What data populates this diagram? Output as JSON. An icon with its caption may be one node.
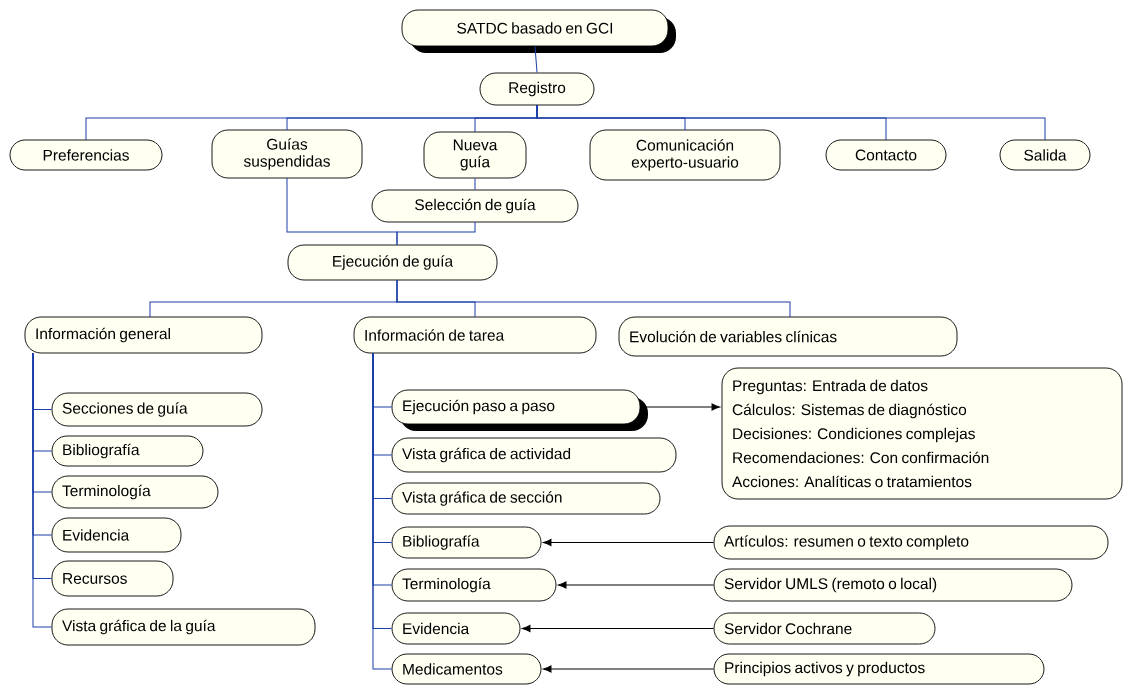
{
  "diagram": {
    "nodes": [
      {
        "text": [
          "SATDC basado en GCI"
        ]
      },
      {
        "text": [
          "Registro"
        ]
      },
      {
        "text": [
          "Preferencias"
        ]
      },
      {
        "text": [
          "Guías suspendidas"
        ]
      },
      {
        "text": [
          "Nueva guía"
        ]
      },
      {
        "text": [
          "Comunicación experto-usuario"
        ]
      },
      {
        "text": [
          "Contacto"
        ]
      },
      {
        "text": [
          "Salida"
        ]
      },
      {
        "text": [
          "Selección de guía"
        ]
      },
      {
        "text": [
          "Ejecución de guía"
        ]
      },
      {
        "text": [
          "Información general"
        ]
      },
      {
        "text": [
          "Información de tarea"
        ]
      },
      {
        "text": [
          "Evolución de variables clínicas"
        ]
      },
      {
        "text": [
          "Secciones de guía"
        ]
      },
      {
        "text": [
          "Bibliografía"
        ]
      },
      {
        "text": [
          "Terminología"
        ]
      },
      {
        "text": [
          "Evidencia"
        ]
      },
      {
        "text": [
          "Recursos"
        ]
      },
      {
        "text": [
          "Vista gráfica de la guía"
        ]
      },
      {
        "text": [
          "Ejecución paso a paso"
        ]
      },
      {
        "text": [
          "Vista gráfica de actividad"
        ]
      },
      {
        "text": [
          "Vista gráfica de sección"
        ]
      },
      {
        "text": [
          "Bibliografía"
        ]
      },
      {
        "text": [
          "Terminología"
        ]
      },
      {
        "text": [
          "Evidencia"
        ]
      },
      {
        "text": [
          "Medicamentos"
        ]
      },
      {
        "text": [
          "Preguntas: Entrada de datos",
          "Cálculos: Sistemas de diagnóstico",
          "Decisiones: Condiciones complejas",
          "Recomendaciones: Con confirmación",
          "Acciones: Analíticas o tratamientos"
        ]
      },
      {
        "text": [
          "Artículos: resumen o texto completo"
        ]
      },
      {
        "text": [
          "Servidor UMLS (remoto o local)"
        ]
      },
      {
        "text": [
          "Servidor Cochrane"
        ]
      },
      {
        "text": [
          "Principios activos y productos"
        ]
      }
    ],
    "edges": [
      {
        "from": 0,
        "to": 1,
        "arrow": "none"
      },
      {
        "from": 1,
        "to": 2,
        "arrow": "none"
      },
      {
        "from": 1,
        "to": 3,
        "arrow": "none"
      },
      {
        "from": 1,
        "to": 4,
        "arrow": "none"
      },
      {
        "from": 1,
        "to": 5,
        "arrow": "none"
      },
      {
        "from": 1,
        "to": 6,
        "arrow": "none"
      },
      {
        "from": 1,
        "to": 7,
        "arrow": "none"
      },
      {
        "from": 4,
        "to": 8,
        "arrow": "none"
      },
      {
        "from": 3,
        "to": 9,
        "arrow": "none"
      },
      {
        "from": 8,
        "to": 9,
        "arrow": "none"
      },
      {
        "from": 9,
        "to": 10,
        "arrow": "none"
      },
      {
        "from": 9,
        "to": 11,
        "arrow": "none"
      },
      {
        "from": 9,
        "to": 12,
        "arrow": "none"
      },
      {
        "from": 10,
        "to": 13,
        "arrow": "none"
      },
      {
        "from": 10,
        "to": 14,
        "arrow": "none"
      },
      {
        "from": 10,
        "to": 15,
        "arrow": "none"
      },
      {
        "from": 10,
        "to": 16,
        "arrow": "none"
      },
      {
        "from": 10,
        "to": 17,
        "arrow": "none"
      },
      {
        "from": 10,
        "to": 18,
        "arrow": "none"
      },
      {
        "from": 11,
        "to": 19,
        "arrow": "none"
      },
      {
        "from": 11,
        "to": 20,
        "arrow": "none"
      },
      {
        "from": 11,
        "to": 21,
        "arrow": "none"
      },
      {
        "from": 11,
        "to": 22,
        "arrow": "none"
      },
      {
        "from": 11,
        "to": 23,
        "arrow": "none"
      },
      {
        "from": 11,
        "to": 24,
        "arrow": "none"
      },
      {
        "from": 11,
        "to": 25,
        "arrow": "none"
      },
      {
        "from": 19,
        "to": 26,
        "arrow": "to",
        "color": "#000000"
      },
      {
        "from": 27,
        "to": 22,
        "arrow": "to",
        "color": "#000000"
      },
      {
        "from": 28,
        "to": 23,
        "arrow": "to",
        "color": "#000000"
      },
      {
        "from": 29,
        "to": 24,
        "arrow": "to",
        "color": "#000000"
      },
      {
        "from": 30,
        "to": 25,
        "arrow": "to",
        "color": "#000000"
      }
    ]
  }
}
